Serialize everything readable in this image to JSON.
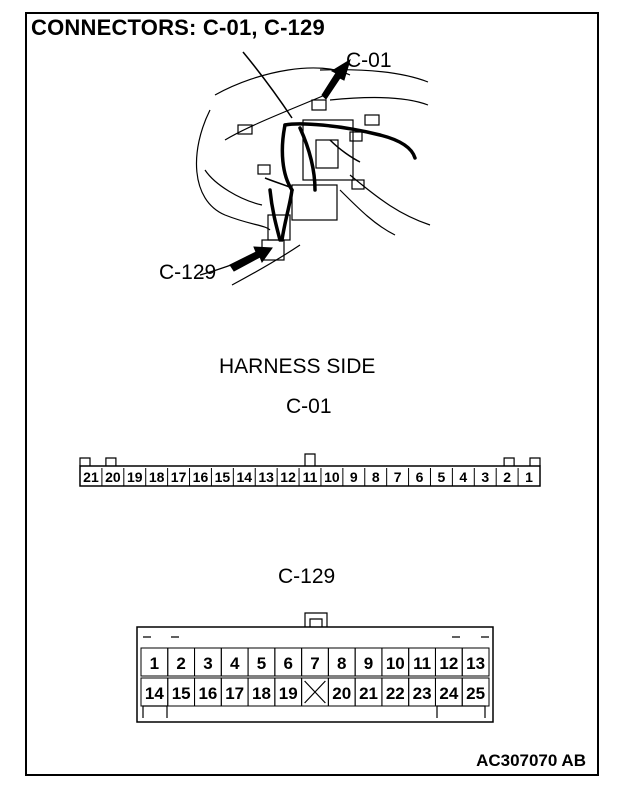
{
  "title": "CONNECTORS: C-01, C-129",
  "labels": {
    "callout_c01": "C-01",
    "callout_c129": "C-129",
    "harness_side": "HARNESS SIDE",
    "c01_heading": "C-01",
    "c129_heading": "C-129"
  },
  "c01_pins": [
    "21",
    "20",
    "19",
    "18",
    "17",
    "16",
    "15",
    "14",
    "13",
    "12",
    "11",
    "10",
    "9",
    "8",
    "7",
    "6",
    "5",
    "4",
    "3",
    "2",
    "1"
  ],
  "c129_row1": [
    "1",
    "2",
    "3",
    "4",
    "5",
    "6",
    "7",
    "8",
    "9",
    "10",
    "11",
    "12",
    "13"
  ],
  "c129_row2": [
    "14",
    "15",
    "16",
    "17",
    "18",
    "19",
    "",
    "20",
    "21",
    "22",
    "23",
    "24",
    "25"
  ],
  "figure_code": "AC307070 AB"
}
